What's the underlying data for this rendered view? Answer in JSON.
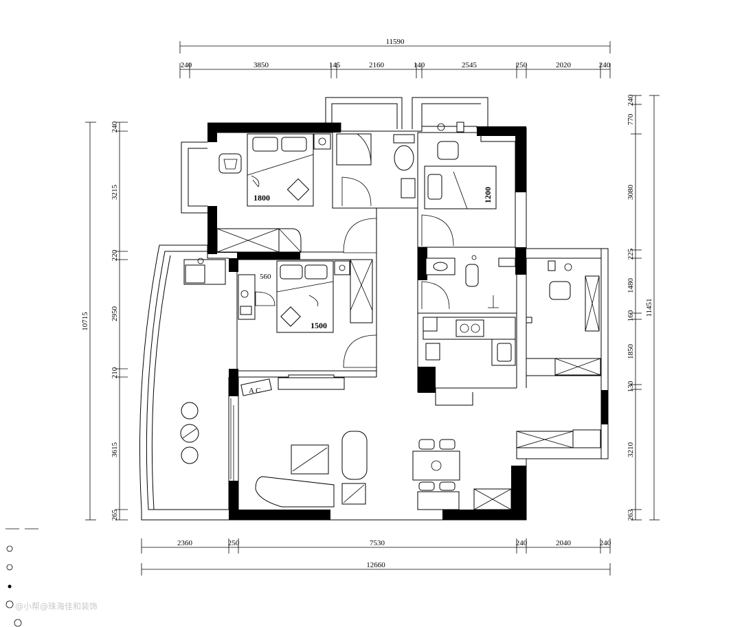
{
  "dimensions": {
    "top_total": "11590",
    "top_segments": [
      "240",
      "3850",
      "145",
      "2160",
      "140",
      "2545",
      "250",
      "2020",
      "240"
    ],
    "left_total": "10715",
    "left_segments": [
      "240",
      "3215",
      "220",
      "2950",
      "210",
      "3615",
      "265"
    ],
    "right_total": "11451",
    "right_segments": [
      "240",
      "770",
      "3080",
      "225",
      "1480",
      "160",
      "1850",
      "130",
      "3210",
      "263"
    ],
    "bottom_segments": [
      "2360",
      "250",
      "7530",
      "240",
      "2040",
      "240"
    ],
    "bottom_total": "12660"
  },
  "rooms": {
    "master_bed_size": "1800",
    "second_bed_size": "1500",
    "third_bed_size": "1200",
    "desk_dim": "560",
    "ac_label": "A C"
  },
  "watermark": "@小帮@珠海佳和装饰"
}
